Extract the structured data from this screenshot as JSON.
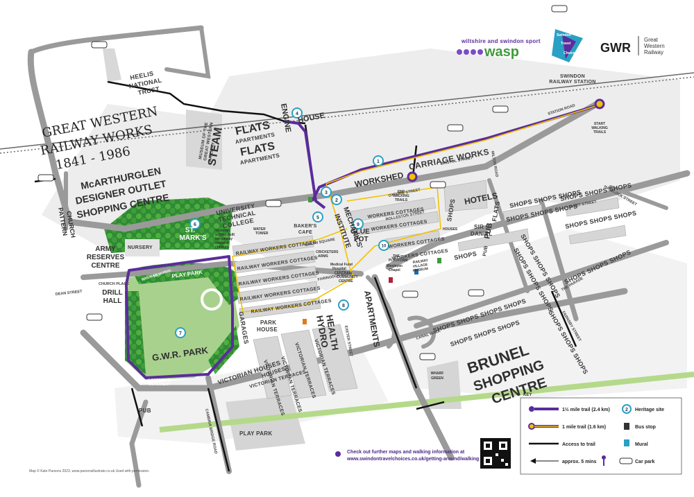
{
  "title": {
    "line1": "GREAT WESTERN",
    "line2": "RAILWAY WORKS",
    "years": "1841 - 1986"
  },
  "logos": {
    "wasp_top": "wiltshire and swindon sport",
    "wasp": "wasp",
    "travel": [
      "Swindon",
      "Travel",
      "Choices"
    ],
    "gwr": "GWR",
    "gwr_full": [
      "Great",
      "Western",
      "Railway"
    ]
  },
  "places": {
    "mcarthurglen": [
      "McARTHURGLEN",
      "DESIGNER OUTLET",
      "SHOPPING CENTRE"
    ],
    "heelis": [
      "HEELIS",
      "NATIONAL",
      "TRUST"
    ],
    "steam": "STEAM",
    "steam_sub": [
      "MUSEUM OF THE",
      "GREAT WESTERN",
      "RAILWAY"
    ],
    "flats": "FLATS",
    "apartments": "APARTMENTS",
    "engine_house": [
      "ENGINE",
      "HOUSE"
    ],
    "workshed": "WORKSHED",
    "carriage_works": "CARRIAGE WORKS",
    "end_trails": [
      "END",
      "WALKING",
      "TRAILS"
    ],
    "start_trails": [
      "START",
      "WALKING",
      "TRAILS"
    ],
    "station": [
      "SWINDON",
      "RAILWAY STATION"
    ],
    "hotels": "HOTELS",
    "shops": "SHOPS",
    "shops_row": "SHOPS SHOPS SHOPS",
    "shops_row_long": "SHOPS SHOPS SHOPS SHOPS",
    "brunel": [
      "BRUNEL",
      "SHOPPING",
      "CENTRE"
    ],
    "utc": [
      "UNIVERSITY",
      "TECHNICAL",
      "COLLEGE"
    ],
    "st_marks": [
      "ST.",
      "MARK'S"
    ],
    "nursery": "NURSERY",
    "army": [
      "ARMY",
      "RESERVES",
      "CENTRE"
    ],
    "drill_hall": [
      "DRILL",
      "HALL"
    ],
    "play_park": "PLAY PARK",
    "gwr_park": "G.W.R. PARK",
    "lansdown": [
      "LANSDOWN",
      "MONUMENT"
    ],
    "garages": "GARAGES",
    "victorian_houses": "VICTORIAN HOUSES",
    "victorian_terraces": "VICTORIAN TERRACES",
    "park_house": [
      "PARK",
      "HOUSE"
    ],
    "health_hydro": [
      "HEALTH",
      "HYDRO"
    ],
    "apartments_big": "APARTMENTS",
    "mechanics": [
      "MECHANICS'",
      "INSTITUTE"
    ],
    "glue_pot": [
      "GLUE",
      "POT"
    ],
    "bakers_cafe": [
      "BAKER'S",
      "CAFE"
    ],
    "cottages": "RAILWAY WORKERS COTTAGES",
    "workers_cottages": "WORKERS COTTAGES",
    "sir_daniel": [
      "SIR",
      "DANIEL"
    ],
    "pub": "PUB",
    "flats_b": "FLATS",
    "wharf_green": [
      "WHARF",
      "GREEN"
    ],
    "pattern_church": [
      "PATTERN",
      "CHURCH"
    ],
    "play_park_2": "PLAY PARK",
    "cricketers": [
      "CRICKETERS",
      "ARMS"
    ],
    "platform": [
      "THE",
      "PLATFORM"
    ],
    "medical": [
      "Medical Fund",
      "Hospital",
      "CENTRAL",
      "COMMUNITY",
      "CENTRE"
    ],
    "railway_village": [
      "RAILWAY",
      "VILLAGE",
      "MUSEUM"
    ],
    "wesleyan": [
      "Wesleyan",
      "Chapel"
    ],
    "houses": "HOUSES",
    "water_tower": [
      "WATER",
      "TOWER"
    ],
    "victoria_school": [
      "Victorian",
      "school built",
      "for railway",
      "workers'",
      "children"
    ],
    "rail_memorial": [
      "RAILWAY",
      "MEMORIAL"
    ]
  },
  "roads": {
    "station_road": "STATION ROAD",
    "bristol_street": "BRISTOL STREET",
    "emlyn_square": "EMLYN SQUARE",
    "faringdon_road": "FARINGDON ROAD",
    "church_place": "CHURCH PLACE",
    "dean_street": "DEAN STREET",
    "reading_street": "READING STREET",
    "fleet_street": "FLEET STREET",
    "the_parade": "THE PARADE",
    "canal_walk": "CANAL WALK",
    "farnsby_street": "FARNSBY STREET",
    "cambria_bridge_road": "CAMBRIA BRIDGE ROAD",
    "havelock_street": "HAVELOCK STREET",
    "oxford_street": "OXFORD STREET",
    "exeter_street": "EXETER STREET",
    "milton_road": "MILTON ROAD",
    "rolleston_street": "ROLLESTON STREET"
  },
  "heritage_sites": [
    "1",
    "2",
    "3",
    "4",
    "5",
    "6",
    "7",
    "8",
    "9",
    "10"
  ],
  "info": {
    "line1": "Check out further maps and walking information at",
    "line2": "www.swindontravelchoices.co.uk/getting-around/walking"
  },
  "credit": "Map © Kate Parsons 2023, www.parsonsillustrate.co.uk Used with permission.",
  "key": {
    "title": "KEY",
    "trail_long": "1½ mile trail (2.4 km)",
    "trail_short": "1 mile trail (1.6 km)",
    "access": "Access to trail",
    "walk": "approx. 5 mins",
    "heritage": "Heritage site",
    "bus": "Bus stop",
    "mural": "Mural",
    "car": "Car park"
  },
  "colors": {
    "purple": "#5b2c9c",
    "yellow": "#f2c200",
    "teal": "#2aa0c4",
    "green": "#3f9a3a",
    "grey_road": "#9a9a9a",
    "block": "#d5d5d5"
  }
}
